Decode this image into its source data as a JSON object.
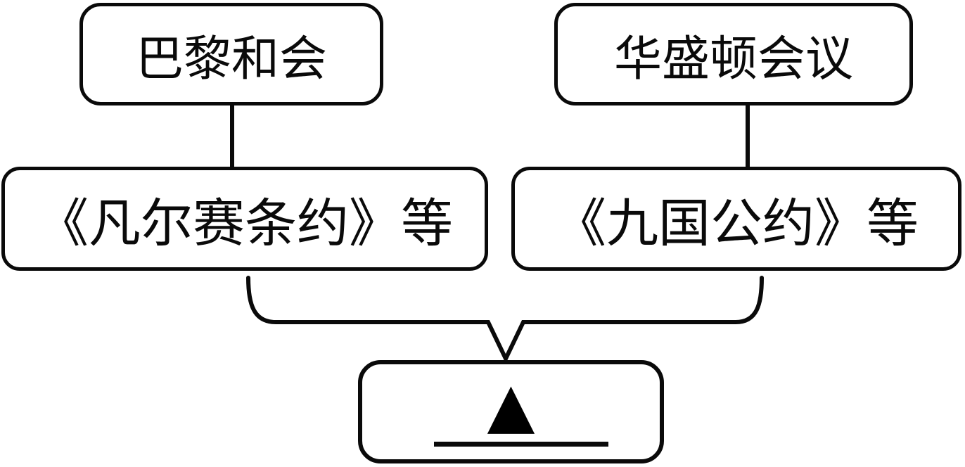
{
  "diagram": {
    "description": "flowchart of post-WWI conferences leading to treaties merging into a blank answer box",
    "colors": {
      "background": "#ffffff",
      "line": "#0a0a0a",
      "text": "#0a0a0a"
    },
    "nodes": {
      "paris": {
        "label": "巴黎和会"
      },
      "washington": {
        "label": "华盛顿会议"
      },
      "versailles": {
        "label": "《凡尔赛条约》等"
      },
      "nine_power": {
        "label": "《九国公约》等"
      },
      "answer": {
        "marker": "▲"
      }
    }
  }
}
